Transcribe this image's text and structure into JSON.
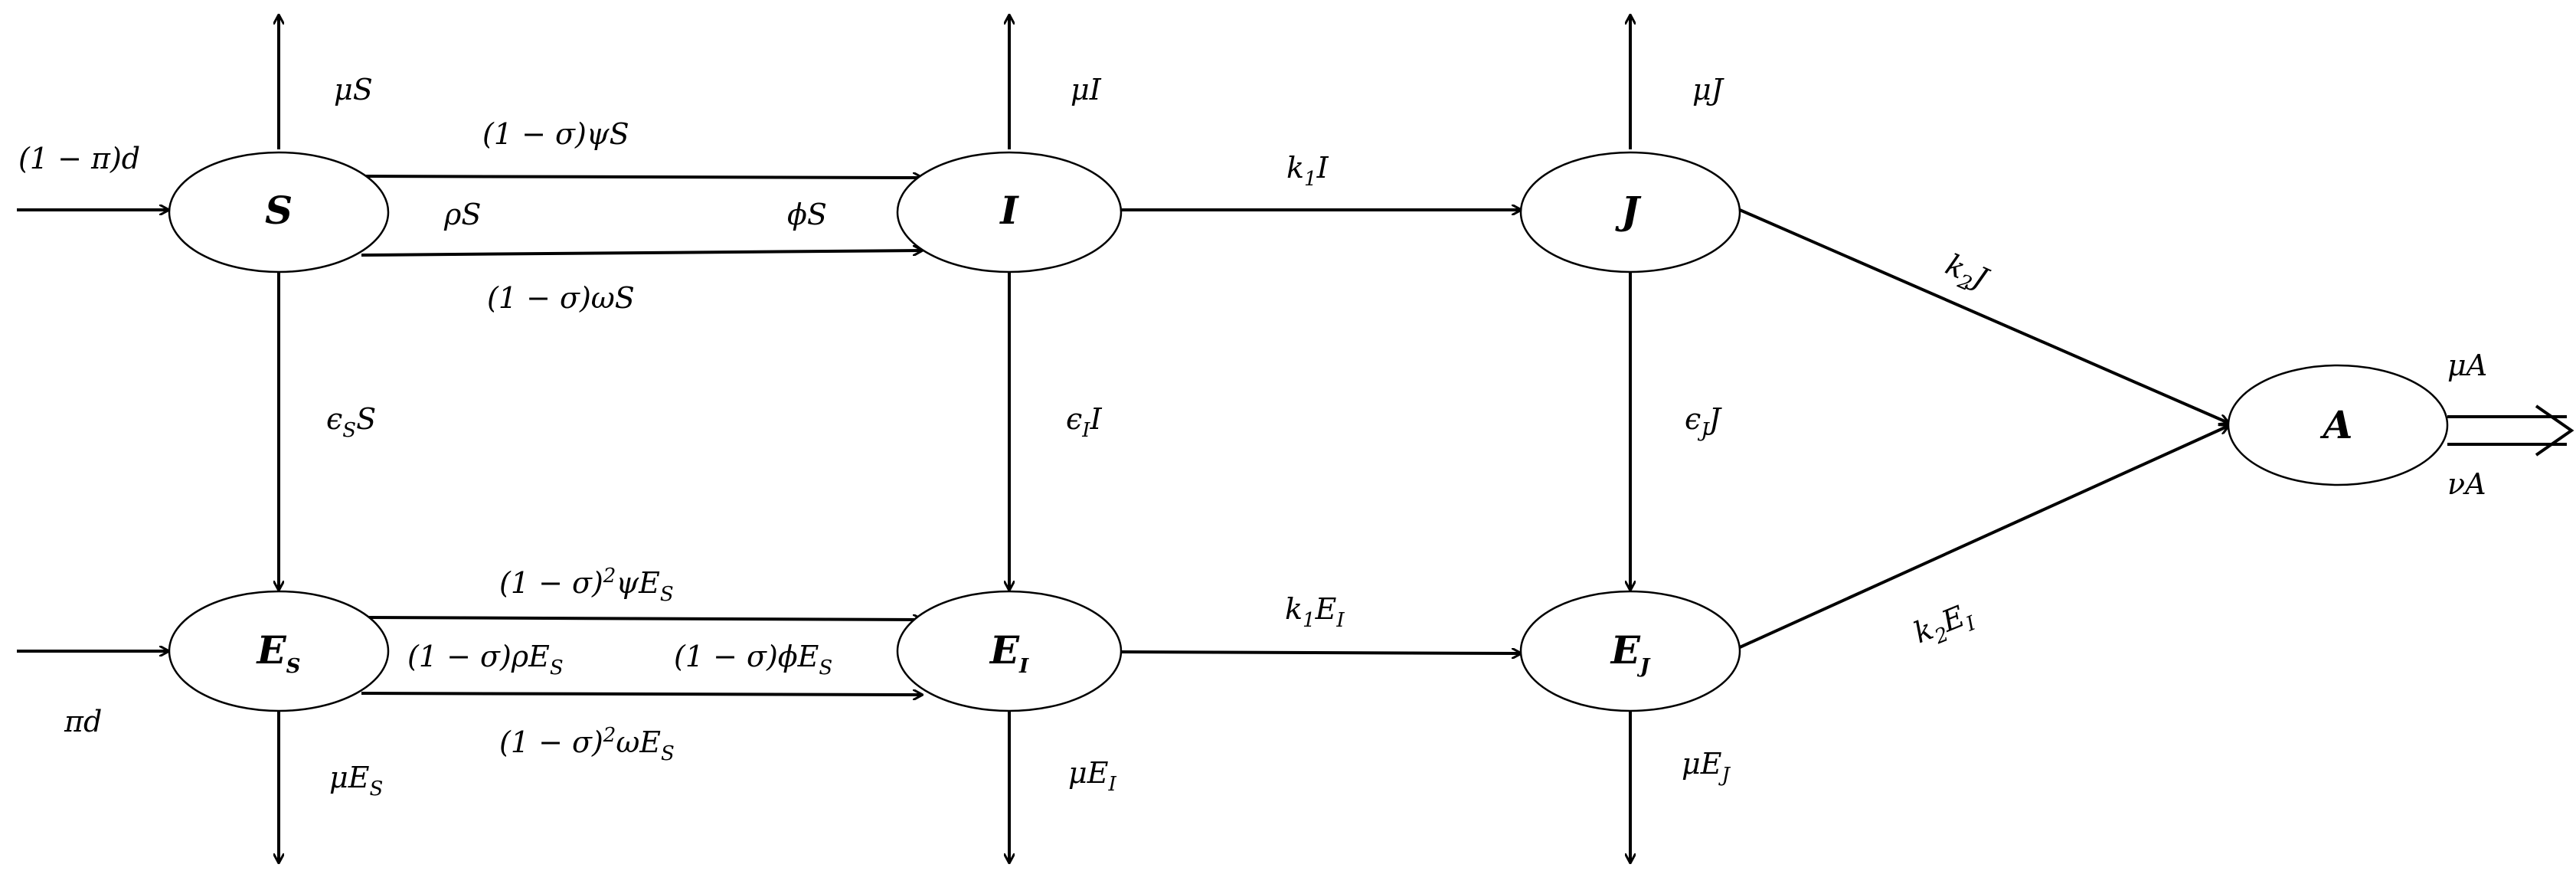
{
  "nodes": {
    "S": {
      "main": "S",
      "sub": ""
    },
    "I": {
      "main": "I",
      "sub": ""
    },
    "J": {
      "main": "J",
      "sub": ""
    },
    "A": {
      "main": "A",
      "sub": ""
    },
    "ES": {
      "main": "E",
      "sub": "S"
    },
    "EI": {
      "main": "E",
      "sub": "I"
    },
    "EJ": {
      "main": "E",
      "sub": "J"
    }
  },
  "edge_labels": {
    "in_S": {
      "pre": "(1 − π)d",
      "sub": "",
      "sup": "",
      "post": ""
    },
    "in_ES": {
      "pre": "πd",
      "sub": "",
      "sup": "",
      "post": ""
    },
    "mu_S": {
      "pre": "μS",
      "sub": "",
      "sup": "",
      "post": ""
    },
    "mu_I": {
      "pre": "μI",
      "sub": "",
      "sup": "",
      "post": ""
    },
    "mu_J": {
      "pre": "μJ",
      "sub": "",
      "sup": "",
      "post": ""
    },
    "mu_A": {
      "pre": "μA",
      "sub": "",
      "sup": "",
      "post": ""
    },
    "nu_A": {
      "pre": "νA",
      "sub": "",
      "sup": "",
      "post": ""
    },
    "mu_ES": {
      "pre": "μE",
      "sub": "S",
      "sup": "",
      "post": ""
    },
    "mu_EI": {
      "pre": "μE",
      "sub": "I",
      "sup": "",
      "post": ""
    },
    "mu_EJ": {
      "pre": "μE",
      "sub": "J",
      "sup": "",
      "post": ""
    },
    "psi_S": {
      "pre": "(1 − σ)ψS",
      "sub": "",
      "sup": "",
      "post": ""
    },
    "rho_S": {
      "pre": "ρS",
      "sub": "",
      "sup": "",
      "post": ""
    },
    "phi_S": {
      "pre": "ϕS",
      "sub": "",
      "sup": "",
      "post": ""
    },
    "omega_S": {
      "pre": "(1 − σ)ωS",
      "sub": "",
      "sup": "",
      "post": ""
    },
    "k1_I": {
      "pre": "k",
      "sub": "1",
      "sup": "",
      "post": "I"
    },
    "k2_J": {
      "pre": "k",
      "sub": "2",
      "sup": "",
      "post": "J"
    },
    "eps_S": {
      "pre": "ϵ",
      "sub": "S",
      "sup": "",
      "post": "S"
    },
    "eps_I": {
      "pre": "ϵ",
      "sub": "I",
      "sup": "",
      "post": "I"
    },
    "eps_J": {
      "pre": "ϵ",
      "sub": "J",
      "sup": "",
      "post": "J"
    },
    "psi_ES": {
      "pre": "(1 − σ)",
      "sub": "",
      "sup": "2",
      "post": "ψE",
      "sub2": "S"
    },
    "rho_ES": {
      "pre": "(1 − σ)ρE",
      "sub": "S",
      "sup": "",
      "post": ""
    },
    "phi_ES": {
      "pre": "(1 − σ)ϕE",
      "sub": "S",
      "sup": "",
      "post": ""
    },
    "omega_ES": {
      "pre": "(1 − σ)",
      "sub": "",
      "sup": "2",
      "post": "ωE",
      "sub2": "S"
    },
    "k1_EI": {
      "pre": "k",
      "sub": "1",
      "sup": "",
      "post": "E",
      "sub2": "I"
    },
    "k2_EI": {
      "pre": "k",
      "sub": "2",
      "sup": "",
      "post": "E",
      "sub2": "I"
    }
  }
}
